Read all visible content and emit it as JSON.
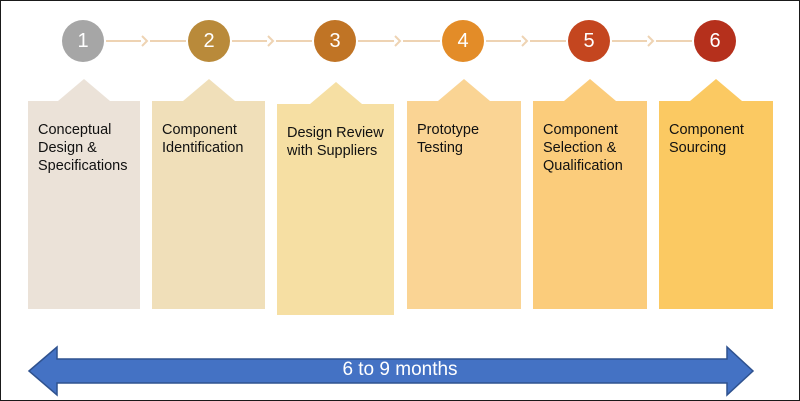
{
  "steps": [
    {
      "number": "1",
      "label": "Conceptual Design & Specifications",
      "circle_color": "#a6a6a6",
      "card_color": "#ebe2d8"
    },
    {
      "number": "2",
      "label": "Component Identification",
      "circle_color": "#b98a3a",
      "card_color": "#f0dfb9"
    },
    {
      "number": "3",
      "label": "Design Review with Suppliers",
      "circle_color": "#c07425",
      "card_color": "#f6dfa3"
    },
    {
      "number": "4",
      "label": "Prototype Testing",
      "circle_color": "#e38c28",
      "card_color": "#fad494"
    },
    {
      "number": "5",
      "label": "Component Selection & Qualification",
      "circle_color": "#c4461f",
      "card_color": "#fbcc7b"
    },
    {
      "number": "6",
      "label": "Component Sourcing",
      "circle_color": "#b5301c",
      "card_color": "#fbc962"
    }
  ],
  "connector_color": "#eed3b3",
  "timeline": {
    "label": "6 to 9 months",
    "color": "#4472c4",
    "border_color": "#2f528f"
  }
}
